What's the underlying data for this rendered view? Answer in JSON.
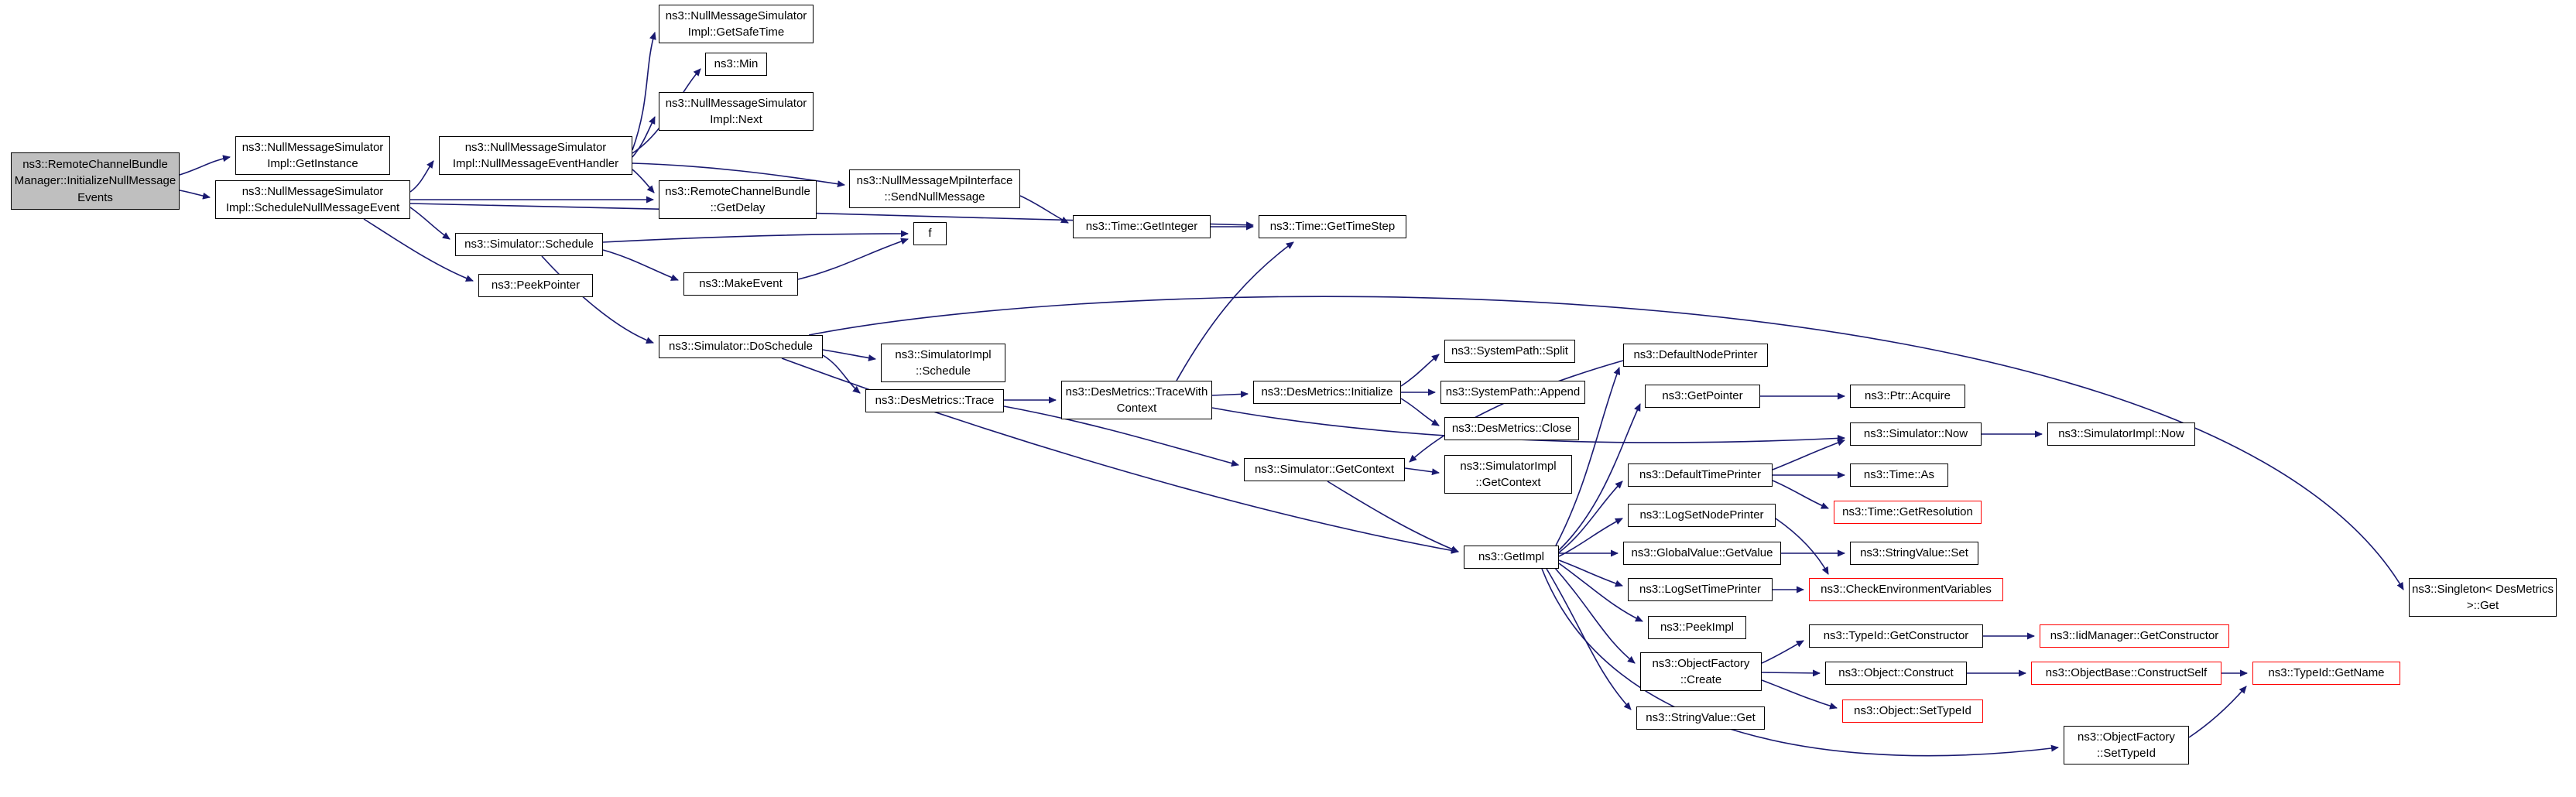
{
  "diagram": {
    "kind": "doxygen-call-graph",
    "colors": {
      "edge": "#191970",
      "node_border": "#000000",
      "node_fill": "#ffffff",
      "highlight_fill": "#bfbfbf",
      "truncated_border": "#ff0000",
      "text": "#000000"
    }
  },
  "nodes": {
    "init": {
      "label": "ns3::RemoteChannelBundle\nManager::InitializeNullMessage\nEvents",
      "variant": "highlight"
    },
    "getinstance": {
      "label": "ns3::NullMessageSimulator\nImpl::GetInstance",
      "variant": "normal"
    },
    "schedulenullmessageevent": {
      "label": "ns3::NullMessageSimulator\nImpl::ScheduleNullMessageEvent",
      "variant": "normal"
    },
    "nullmessageeventhandler": {
      "label": "ns3::NullMessageSimulator\nImpl::NullMessageEventHandler",
      "variant": "normal"
    },
    "getsafetime": {
      "label": "ns3::NullMessageSimulator\nImpl::GetSafeTime",
      "variant": "normal"
    },
    "min": {
      "label": "ns3::Min",
      "variant": "normal"
    },
    "next": {
      "label": "ns3::NullMessageSimulator\nImpl::Next",
      "variant": "normal"
    },
    "getdelay": {
      "label": "ns3::RemoteChannelBundle\n::GetDelay",
      "variant": "normal"
    },
    "sendnullmessage": {
      "label": "ns3::NullMessageMpiInterface\n::SendNullMessage",
      "variant": "normal"
    },
    "getinteger": {
      "label": "ns3::Time::GetInteger",
      "variant": "normal"
    },
    "gettimestep": {
      "label": "ns3::Time::GetTimeStep",
      "variant": "normal"
    },
    "schedule": {
      "label": "ns3::Simulator::Schedule",
      "variant": "normal"
    },
    "f": {
      "label": "f",
      "variant": "normal"
    },
    "makeevent": {
      "label": "ns3::MakeEvent",
      "variant": "normal"
    },
    "peekpointer": {
      "label": "ns3::PeekPointer",
      "variant": "normal"
    },
    "doschedule": {
      "label": "ns3::Simulator::DoSchedule",
      "variant": "normal"
    },
    "simulatorimplschedule": {
      "label": "ns3::SimulatorImpl\n::Schedule",
      "variant": "normal"
    },
    "destrace": {
      "label": "ns3::DesMetrics::Trace",
      "variant": "normal"
    },
    "tracewithcontext": {
      "label": "ns3::DesMetrics::TraceWith\nContext",
      "variant": "normal"
    },
    "desinitialize": {
      "label": "ns3::DesMetrics::Initialize",
      "variant": "normal"
    },
    "systempathsplit": {
      "label": "ns3::SystemPath::Split",
      "variant": "normal"
    },
    "systempathappend": {
      "label": "ns3::SystemPath::Append",
      "variant": "normal"
    },
    "desclose": {
      "label": "ns3::DesMetrics::Close",
      "variant": "normal"
    },
    "getcontext": {
      "label": "ns3::Simulator::GetContext",
      "variant": "normal"
    },
    "simulatorimplgetcontext": {
      "label": "ns3::SimulatorImpl\n::GetContext",
      "variant": "normal"
    },
    "getimpl": {
      "label": "ns3::GetImpl",
      "variant": "normal"
    },
    "defaultnodeprinter": {
      "label": "ns3::DefaultNodePrinter",
      "variant": "normal"
    },
    "getpointer": {
      "label": "ns3::GetPointer",
      "variant": "normal"
    },
    "ptracquire": {
      "label": "ns3::Ptr::Acquire",
      "variant": "normal"
    },
    "simulatornow": {
      "label": "ns3::Simulator::Now",
      "variant": "normal"
    },
    "simulatorimplnow": {
      "label": "ns3::SimulatorImpl::Now",
      "variant": "normal"
    },
    "defaulttimeprinter": {
      "label": "ns3::DefaultTimePrinter",
      "variant": "normal"
    },
    "timeas": {
      "label": "ns3::Time::As",
      "variant": "normal"
    },
    "timegetresolution": {
      "label": "ns3::Time::GetResolution",
      "variant": "truncated"
    },
    "logsetnodeprinter": {
      "label": "ns3::LogSetNodePrinter",
      "variant": "normal"
    },
    "globalvaluegetvalue": {
      "label": "ns3::GlobalValue::GetValue",
      "variant": "normal"
    },
    "stringvalueset": {
      "label": "ns3::StringValue::Set",
      "variant": "normal"
    },
    "logsettimeprinter": {
      "label": "ns3::LogSetTimePrinter",
      "variant": "normal"
    },
    "checkenvironmentvariables": {
      "label": "ns3::CheckEnvironmentVariables",
      "variant": "truncated"
    },
    "peekimpl": {
      "label": "ns3::PeekImpl",
      "variant": "normal"
    },
    "objectfactorycreate": {
      "label": "ns3::ObjectFactory\n::Create",
      "variant": "normal"
    },
    "typeidgetconstructor": {
      "label": "ns3::TypeId::GetConstructor",
      "variant": "normal"
    },
    "iidmanagergetconstructor": {
      "label": "ns3::IidManager::GetConstructor",
      "variant": "truncated"
    },
    "objectconstruct": {
      "label": "ns3::Object::Construct",
      "variant": "normal"
    },
    "constructself": {
      "label": "ns3::ObjectBase::ConstructSelf",
      "variant": "truncated"
    },
    "typeidgetname": {
      "label": "ns3::TypeId::GetName",
      "variant": "truncated"
    },
    "objectsettypeid": {
      "label": "ns3::Object::SetTypeId",
      "variant": "truncated"
    },
    "stringvalueget": {
      "label": "ns3::StringValue::Get",
      "variant": "normal"
    },
    "objectfactorysettypeid": {
      "label": "ns3::ObjectFactory\n::SetTypeId",
      "variant": "normal"
    },
    "singletonget": {
      "label": "ns3::Singleton< DesMetrics\n>::Get",
      "variant": "normal"
    }
  },
  "edges": [
    [
      "init",
      "getinstance"
    ],
    [
      "init",
      "schedulenullmessageevent"
    ],
    [
      "schedulenullmessageevent",
      "nullmessageeventhandler"
    ],
    [
      "nullmessageeventhandler",
      "getsafetime"
    ],
    [
      "nullmessageeventhandler",
      "min"
    ],
    [
      "nullmessageeventhandler",
      "next"
    ],
    [
      "nullmessageeventhandler",
      "sendnullmessage"
    ],
    [
      "nullmessageeventhandler",
      "getdelay"
    ],
    [
      "schedulenullmessageevent",
      "getdelay"
    ],
    [
      "sendnullmessage",
      "getinteger"
    ],
    [
      "getinteger",
      "gettimestep"
    ],
    [
      "schedulenullmessageevent",
      "schedule"
    ],
    [
      "schedulenullmessageevent",
      "gettimestep"
    ],
    [
      "schedule",
      "f"
    ],
    [
      "schedule",
      "makeevent"
    ],
    [
      "makeevent",
      "f"
    ],
    [
      "schedule",
      "doschedule"
    ],
    [
      "schedulenullmessageevent",
      "peekpointer"
    ],
    [
      "doschedule",
      "simulatorimplschedule"
    ],
    [
      "doschedule",
      "destrace"
    ],
    [
      "doschedule",
      "getimpl"
    ],
    [
      "doschedule",
      "singletonget"
    ],
    [
      "destrace",
      "tracewithcontext"
    ],
    [
      "destrace",
      "getcontext"
    ],
    [
      "tracewithcontext",
      "desinitialize"
    ],
    [
      "tracewithcontext",
      "gettimestep"
    ],
    [
      "tracewithcontext",
      "simulatornow"
    ],
    [
      "desinitialize",
      "systempathsplit"
    ],
    [
      "desinitialize",
      "systempathappend"
    ],
    [
      "desinitialize",
      "desclose"
    ],
    [
      "getcontext",
      "simulatorimplgetcontext"
    ],
    [
      "getcontext",
      "getimpl"
    ],
    [
      "defaultnodeprinter",
      "getcontext"
    ],
    [
      "defaulttimeprinter",
      "simulatornow"
    ],
    [
      "simulatornow",
      "simulatorimplnow"
    ],
    [
      "defaulttimeprinter",
      "timeas"
    ],
    [
      "defaulttimeprinter",
      "timegetresolution"
    ],
    [
      "getpointer",
      "ptracquire"
    ],
    [
      "getimpl",
      "defaultnodeprinter"
    ],
    [
      "getimpl",
      "getpointer"
    ],
    [
      "getimpl",
      "defaulttimeprinter"
    ],
    [
      "getimpl",
      "logsetnodeprinter"
    ],
    [
      "getimpl",
      "globalvaluegetvalue"
    ],
    [
      "getimpl",
      "logsettimeprinter"
    ],
    [
      "getimpl",
      "peekimpl"
    ],
    [
      "getimpl",
      "objectfactorycreate"
    ],
    [
      "getimpl",
      "stringvalueget"
    ],
    [
      "getimpl",
      "objectfactorysettypeid"
    ],
    [
      "globalvaluegetvalue",
      "stringvalueset"
    ],
    [
      "logsettimeprinter",
      "checkenvironmentvariables"
    ],
    [
      "logsetnodeprinter",
      "checkenvironmentvariables"
    ],
    [
      "objectfactorycreate",
      "typeidgetconstructor"
    ],
    [
      "typeidgetconstructor",
      "iidmanagergetconstructor"
    ],
    [
      "objectfactorycreate",
      "objectconstruct"
    ],
    [
      "objectconstruct",
      "constructself"
    ],
    [
      "constructself",
      "typeidgetname"
    ],
    [
      "objectfactorycreate",
      "objectsettypeid"
    ],
    [
      "objectfactorysettypeid",
      "typeidgetname"
    ]
  ]
}
